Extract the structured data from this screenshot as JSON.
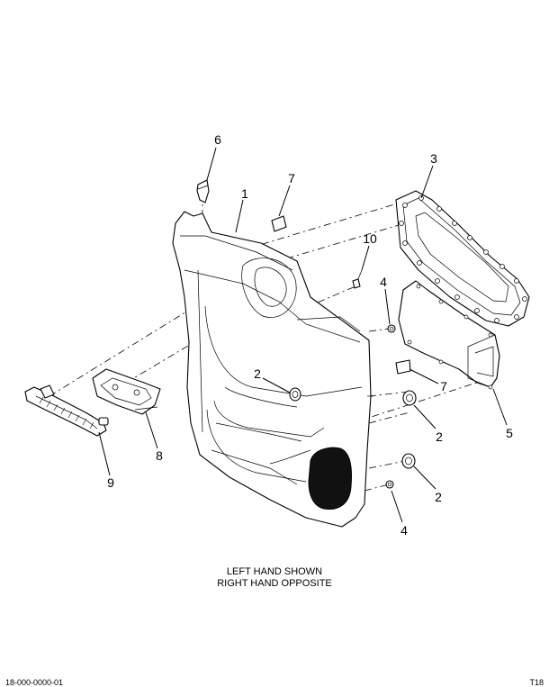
{
  "callouts": {
    "c1": "1",
    "c2a": "2",
    "c2b": "2",
    "c2c": "2",
    "c3": "3",
    "c4a": "4",
    "c4b": "4",
    "c5": "5",
    "c6": "6",
    "c7a": "7",
    "c7b": "7",
    "c8": "8",
    "c9": "9",
    "c10": "10"
  },
  "caption": {
    "line1": "LEFT HAND SHOWN",
    "line2": "RIGHT HAND OPPOSITE"
  },
  "footer": {
    "left": "18-000-0000-01",
    "right": "T18"
  }
}
